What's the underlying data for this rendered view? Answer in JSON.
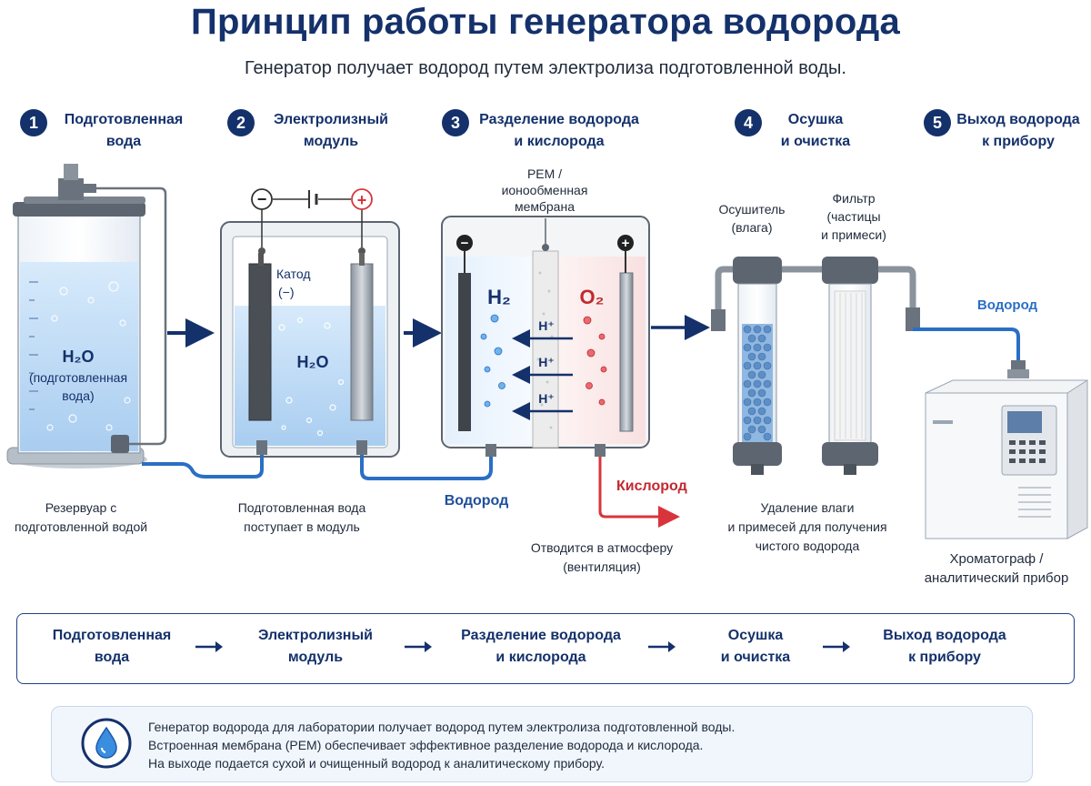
{
  "header": {
    "title": "Принцип работы генератора водорода",
    "subtitle": "Генератор получает водород путем электролиза подготовленной воды."
  },
  "steps": [
    {
      "num": "1",
      "line1": "Подготовленная",
      "line2": "вода"
    },
    {
      "num": "2",
      "line1": "Электролизный",
      "line2": "модуль"
    },
    {
      "num": "3",
      "line1": "Разделение водорода",
      "line2": "и кислорода"
    },
    {
      "num": "4",
      "line1": "Осушка",
      "line2": "и очистка"
    },
    {
      "num": "5",
      "line1": "Выход водорода",
      "line2": "к прибору"
    }
  ],
  "reservoir": {
    "h2o": "H₂O",
    "label1": "(подготовленная",
    "label2": "вода)",
    "caption1": "Резервуар с",
    "caption2": "подготовленной водой"
  },
  "electrolyzer": {
    "minus": "−",
    "plus": "+",
    "cathode1": "Катод",
    "cathode2": "(−)",
    "h2o": "H₂O",
    "caption1": "Подготовленная вода",
    "caption2": "поступает в модуль"
  },
  "separator": {
    "pem1": "PEM /",
    "pem2": "ионообменная",
    "pem3": "мембрана",
    "minus": "−",
    "plus": "+",
    "h2": "H₂",
    "o2": "O₂",
    "proton": "H⁺",
    "hydrogen_label": "Водород",
    "oxygen_label": "Кислород",
    "vent1": "Отводится в атмосферу",
    "vent2": "(вентиляция)"
  },
  "drying": {
    "dryer1": "Осушитель",
    "dryer2": "(влага)",
    "filter1": "Фильтр",
    "filter2": "(частицы",
    "filter3": "и примеси)",
    "caption1": "Удаление влаги",
    "caption2": "и примесей для получения",
    "caption3": "чистого водорода"
  },
  "output": {
    "hydrogen_label": "Водород",
    "caption1": "Хроматограф /",
    "caption2": "аналитический прибор"
  },
  "flow": [
    {
      "line1": "Подготовленная",
      "line2": "вода"
    },
    {
      "line1": "Электролизный",
      "line2": "модуль"
    },
    {
      "line1": "Разделение водорода",
      "line2": "и кислорода"
    },
    {
      "line1": "Осушка",
      "line2": "и очистка"
    },
    {
      "line1": "Выход водорода",
      "line2": "к прибору"
    }
  ],
  "info": {
    "line1": "Генератор водорода для лаборатории получает водород путем электролиза подготовленной воды.",
    "line2": "Встроенная мембрана (PEM) обеспечивает эффективное разделение водорода и кислорода.",
    "line3": "На выходе подается сухой и очищенный водород к аналитическому прибору."
  },
  "colors": {
    "navy": "#14316b",
    "water": "#bfdcf5",
    "hydrogen_blue": "#2a6fc4",
    "oxygen_red": "#d9343b"
  }
}
